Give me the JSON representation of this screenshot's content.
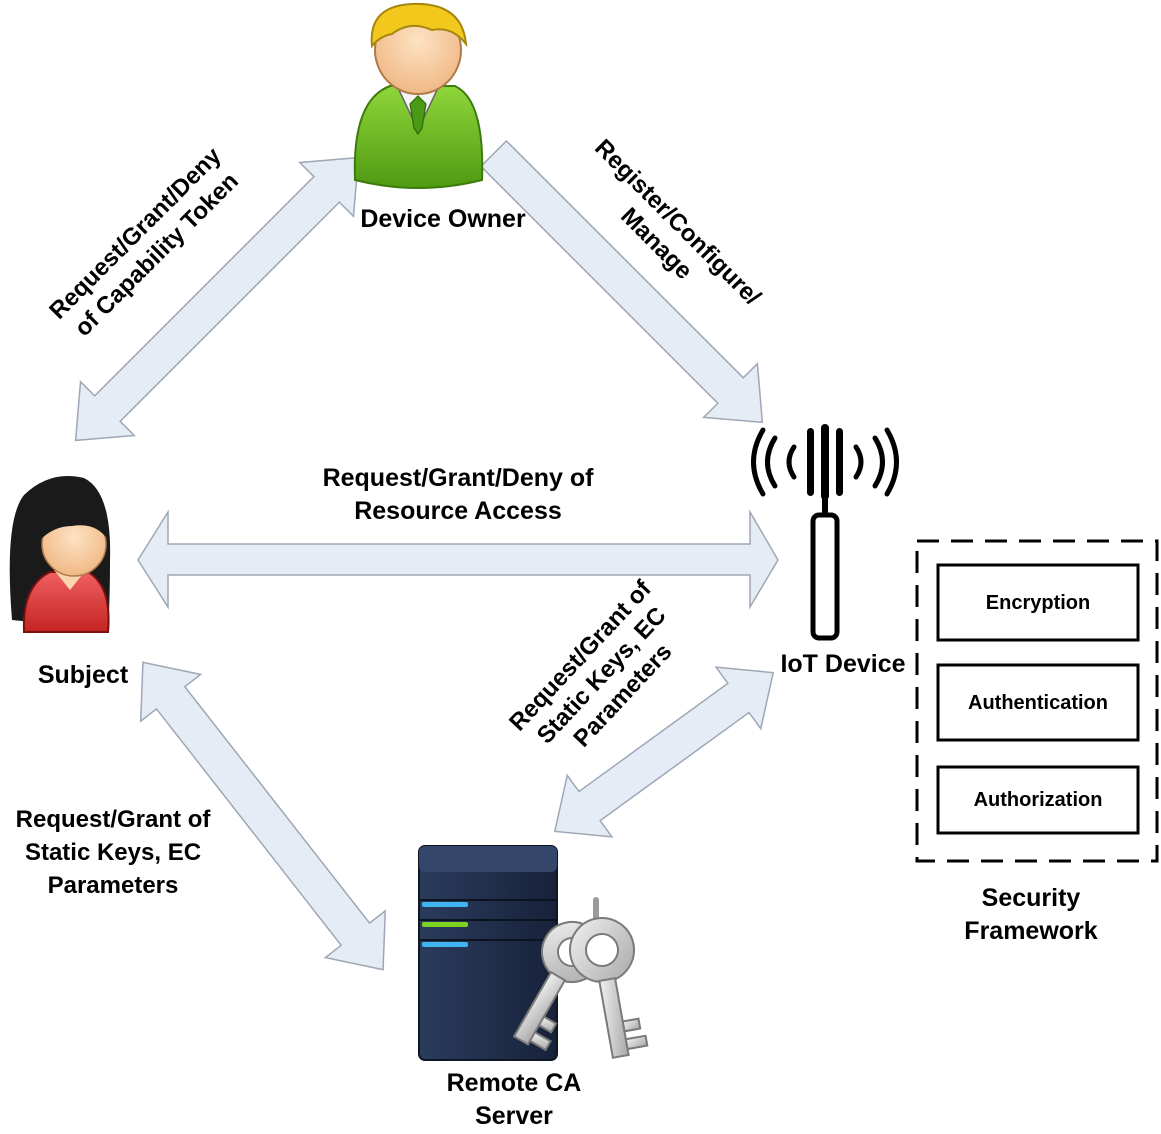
{
  "nodes": {
    "device_owner": "Device Owner",
    "subject": "Subject",
    "iot_device": "IoT Device",
    "remote_ca_line1": "Remote CA",
    "remote_ca_line2": "Server",
    "security_line1": "Security",
    "security_line2": "Framework"
  },
  "security_framework": {
    "items": [
      "Encryption",
      "Authentication",
      "Authorization"
    ]
  },
  "edges": {
    "capability_line1": "Request/Grant/Deny",
    "capability_line2": "of Capability Token",
    "register_line1": "Register/Configure/",
    "register_line2": "Manage",
    "resource_line1": "Request/Grant/Deny of",
    "resource_line2": "Resource Access",
    "iot_keys_line1": "Request/Grant of",
    "iot_keys_line2": "Static Keys, EC",
    "iot_keys_line3": "Parameters",
    "subject_keys_line1": "Request/Grant of",
    "subject_keys_line2": "Static Keys, EC",
    "subject_keys_line3": "Parameters"
  },
  "colors": {
    "arrow_fill": "#e6ecf5",
    "arrow_stroke": "#9ea7b5",
    "owner_suit": "#6ab820",
    "owner_hair": "#f2c81c",
    "subject_shirt": "#e03b3b",
    "subject_hair": "#1a1a1a",
    "server_body": "#1f2d46",
    "led_blue": "#3fb6f0",
    "led_green": "#7ed321"
  }
}
